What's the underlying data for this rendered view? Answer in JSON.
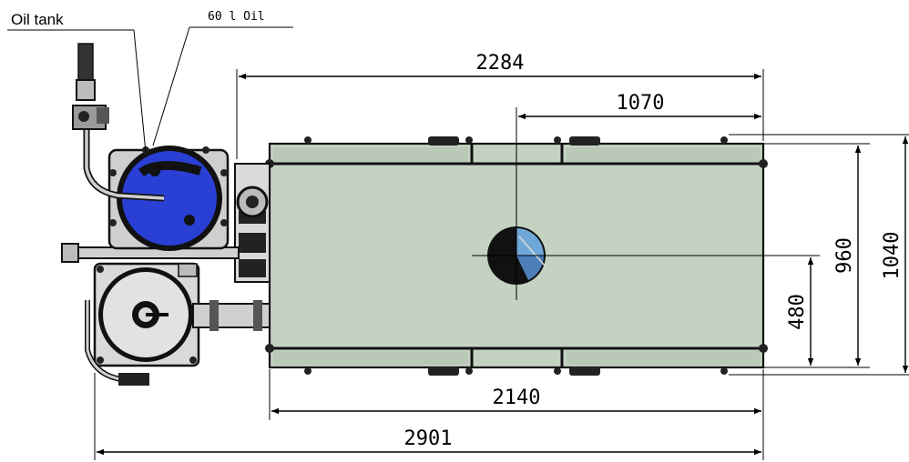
{
  "labels": {
    "oil_tank": "Oil tank",
    "tank_spec": "60 l   Oil"
  },
  "dimensions": {
    "overall_frame_length": "2284",
    "center_offset": "1070",
    "body_length": "2140",
    "overall_length": "2901",
    "inner_width": "960",
    "outer_width": "1040",
    "half_width": "480"
  },
  "colors": {
    "frame_body": "#c4d2c2",
    "oil_tank": "#2a3fd4",
    "pump_housing": "#d9d9d9",
    "outline": "#111111",
    "port_blue": "#6fa8d8"
  }
}
